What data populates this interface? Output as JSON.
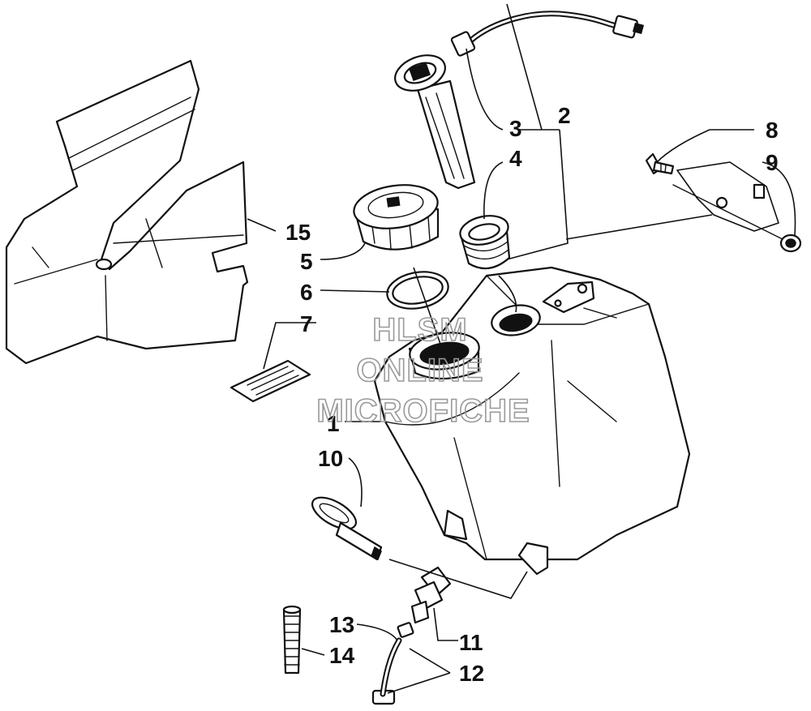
{
  "callouts": [
    {
      "id": "1",
      "label": "1"
    },
    {
      "id": "2",
      "label": "2"
    },
    {
      "id": "3",
      "label": "3"
    },
    {
      "id": "4",
      "label": "4"
    },
    {
      "id": "5",
      "label": "5"
    },
    {
      "id": "6",
      "label": "6"
    },
    {
      "id": "7",
      "label": "7"
    },
    {
      "id": "8",
      "label": "8"
    },
    {
      "id": "9",
      "label": "9"
    },
    {
      "id": "10",
      "label": "10"
    },
    {
      "id": "11",
      "label": "11"
    },
    {
      "id": "12",
      "label": "12"
    },
    {
      "id": "13",
      "label": "13"
    },
    {
      "id": "14",
      "label": "14"
    },
    {
      "id": "15",
      "label": "15"
    }
  ],
  "watermark": {
    "line1": "HLSM",
    "line2": "ONLINE",
    "line3": "MICROFICHE",
    "color": "#9a9a9a"
  }
}
